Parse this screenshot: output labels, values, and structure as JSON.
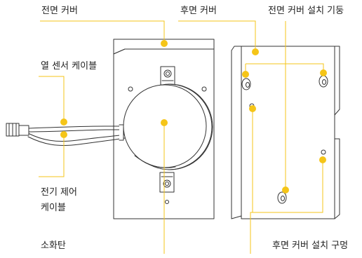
{
  "labels": {
    "front_cover": "전면 커버",
    "rear_cover": "후면 커버",
    "front_cover_post": "전면 커버 설치 기둥",
    "heat_sensor_cable": "열 센서 케이블",
    "power_control_cable_line1": "전기 제어",
    "power_control_cable_line2": "케이블",
    "extinguisher": "소화탄",
    "rear_cover_holes": "후면 커버 설치 구멍"
  },
  "colors": {
    "callout": "#f5c518",
    "outline": "#333333",
    "text": "#222222"
  }
}
